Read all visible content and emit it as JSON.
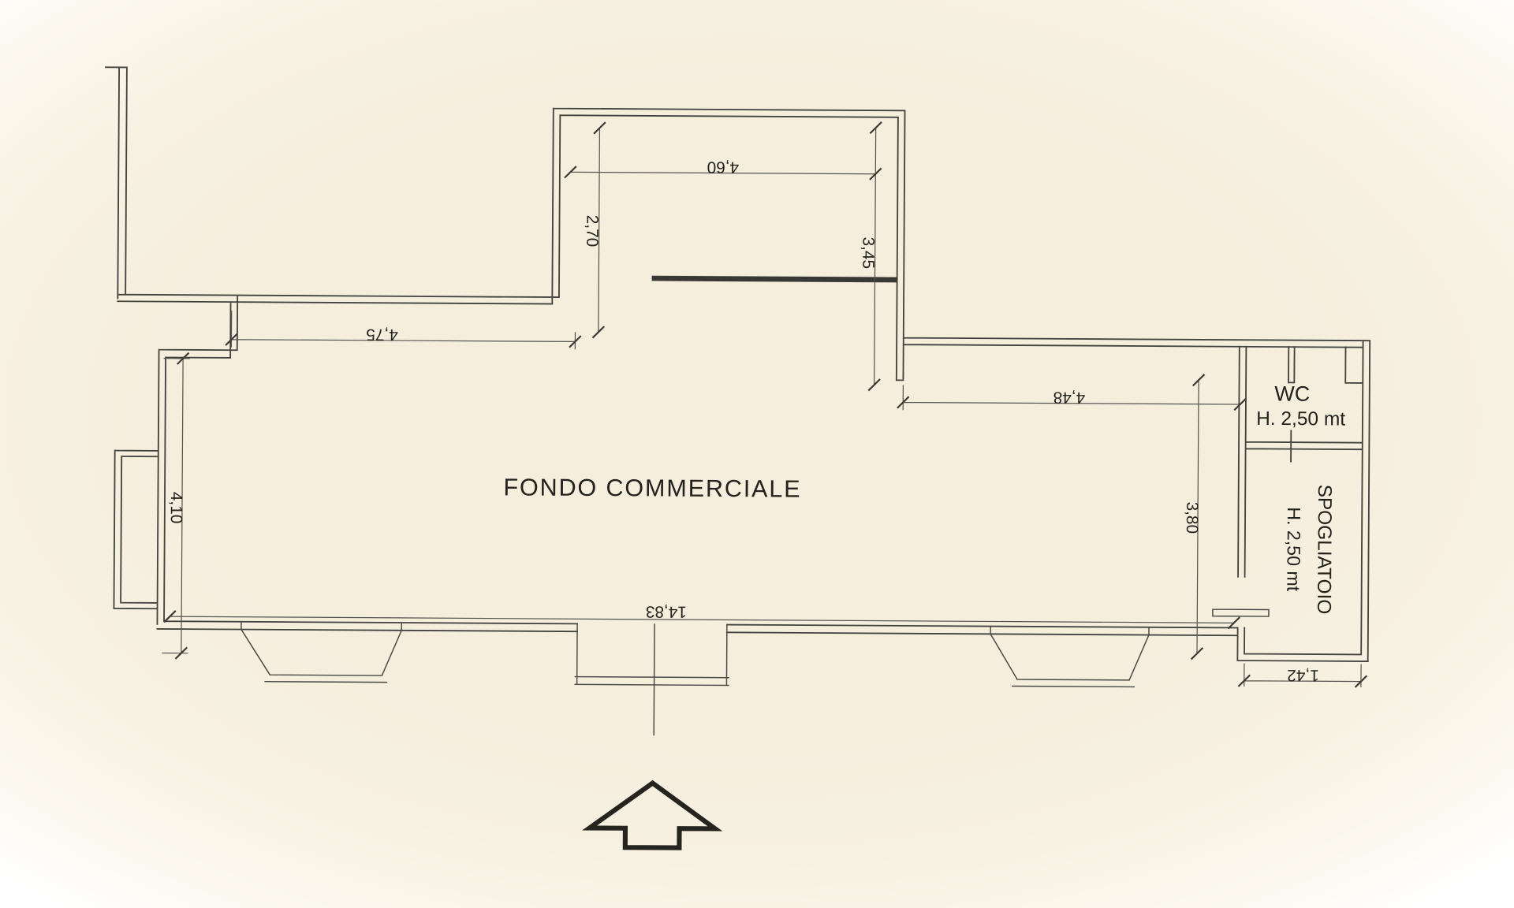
{
  "document": {
    "kind": "scanned floor plan",
    "paper_color": "#f5eedd",
    "ink_color": "#44423e"
  },
  "rooms": {
    "main": {
      "label": "FONDO COMMERCIALE"
    },
    "wc": {
      "label": "WC",
      "height": "H. 2,50 mt"
    },
    "spogliatoio": {
      "label": "SPOGLIATOIO",
      "height": "H. 2,50 mt"
    }
  },
  "dimensions": {
    "top_room_width": "4,60",
    "top_room_left_depth": "2,70",
    "top_room_right_depth": "3,45",
    "upper_left_wall": "4,75",
    "upper_right_wall": "4,48",
    "left_depth": "4,10",
    "right_depth": "3,80",
    "front_width": "14,83",
    "spogliatoio_width": "1,42"
  },
  "symbols": {
    "entrance_arrow": "up-arrow"
  }
}
